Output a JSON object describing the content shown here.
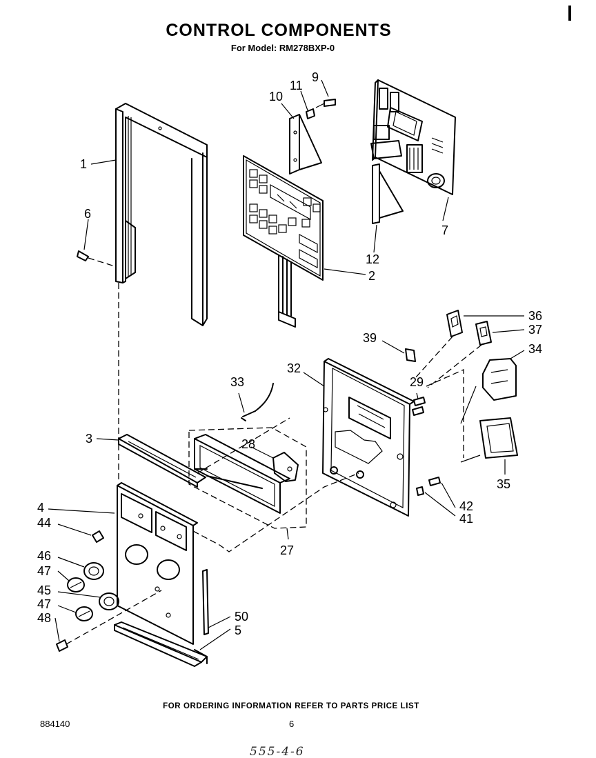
{
  "header": {
    "title": "CONTROL  COMPONENTS",
    "subtitle": "For Model: RM278BXP-0"
  },
  "footer": {
    "ordering_note": "FOR ORDERING INFORMATION REFER TO PARTS PRICE LIST",
    "document_number": "884140",
    "page_number": "6",
    "handwritten_mark": "555-4-6"
  },
  "callouts": {
    "c1": "1",
    "c2": "2",
    "c3": "3",
    "c4": "4",
    "c5": "5",
    "c6": "6",
    "c7": "7",
    "c9": "9",
    "c10": "10",
    "c11": "11",
    "c12": "12",
    "c27": "27",
    "c28": "28",
    "c29": "29",
    "c32": "32",
    "c33": "33",
    "c34": "34",
    "c35": "35",
    "c36": "36",
    "c37": "37",
    "c39": "39",
    "c41": "41",
    "c42": "42",
    "c44": "44",
    "c45": "45",
    "c46": "46",
    "c47a": "47",
    "c47b": "47",
    "c48": "48",
    "c50": "50"
  }
}
